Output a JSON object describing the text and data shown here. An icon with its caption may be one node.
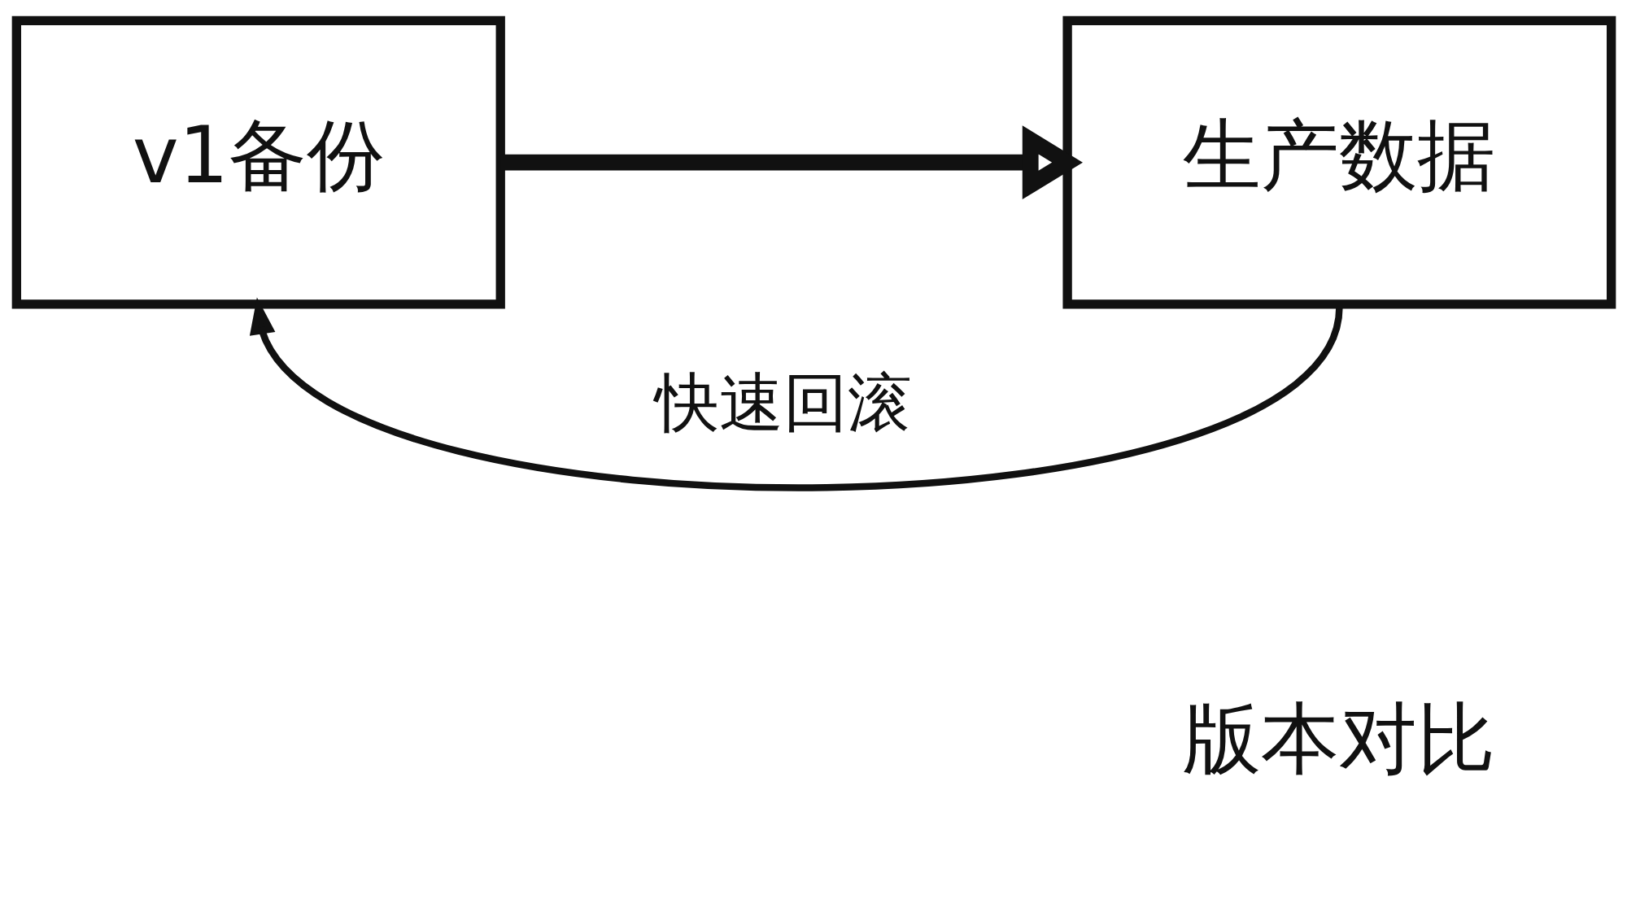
{
  "diagram": {
    "nodes": [
      {
        "text": [
          "v1备份"
        ]
      },
      {
        "text": [
          "生产数据"
        ]
      }
    ],
    "edges": [
      {
        "from": 0,
        "to": 1,
        "arrow": "to",
        "style": "thick"
      },
      {
        "from": 1,
        "to": 0,
        "arrow": "to",
        "label": "快速回滚"
      }
    ],
    "labels": [
      "版本对比"
    ]
  }
}
